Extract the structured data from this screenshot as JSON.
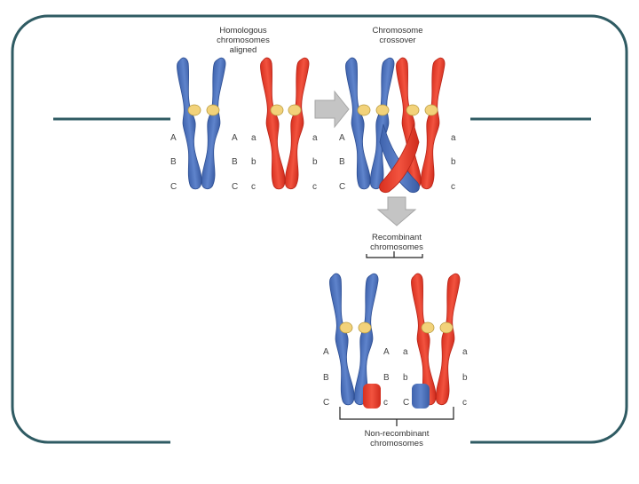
{
  "slide": {
    "frame_color": "#2f5b63",
    "accent_line_color": "#2f5b63"
  },
  "colors": {
    "blue": "#4a6fb8",
    "blue_dark": "#2e4f93",
    "red": "#e23a2c",
    "red_dark": "#b72418",
    "centromere": "#f2d27a",
    "arrow": "#bdbdbd"
  },
  "captions": {
    "homologous": [
      "Homologous",
      "chromosomes",
      "aligned"
    ],
    "crossover": [
      "Chromosome",
      "crossover"
    ],
    "recombinant": [
      "Recombinant",
      "chromosomes"
    ],
    "nonrecombinant": [
      "Non-recombinant",
      "chromosomes"
    ]
  },
  "labels": {
    "A": "A",
    "B": "B",
    "C": "C",
    "a": "a",
    "b": "b",
    "c": "c"
  },
  "icons": [
    "right-arrow-icon",
    "down-arrow-icon"
  ]
}
